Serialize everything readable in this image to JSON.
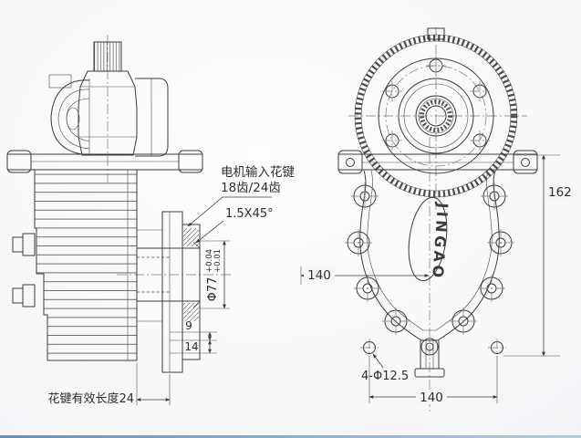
{
  "annotations": {
    "spline_note_1": "电机输入花键",
    "spline_note_2": "18齿/24齿",
    "chamfer_note": "1.5X45°",
    "bore_dia": "Φ77",
    "bore_tol_up": "+0.04",
    "bore_tol_dn": "+0.01",
    "dim_9": "9",
    "dim_14": "14",
    "spline_length_note": "花键有效长度24",
    "dim_center_140": "140",
    "dim_height_162": "162",
    "holes_note": "4-Φ12.5",
    "dim_pitch_140": "140",
    "brand": "JINGAO"
  },
  "colors": {
    "line": "#3c3c3c",
    "centerline": "#7a7a7a",
    "background_light": "#fdfdfe",
    "background_dark": "#e3e6ea",
    "accent": "#4d86c6"
  }
}
